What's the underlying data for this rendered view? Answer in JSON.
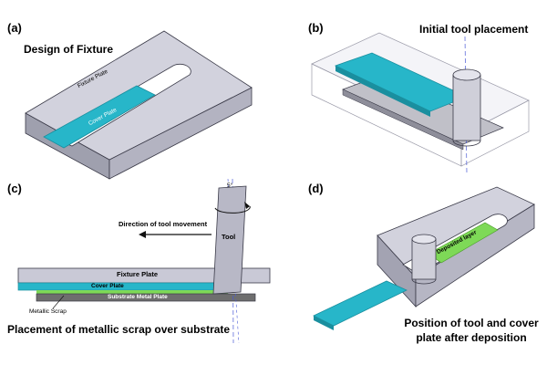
{
  "panels": {
    "a": {
      "tag": "(a)",
      "title": "Design of Fixture",
      "fixture_plate": "Fixture Plate",
      "cover_plate": "Cover Plate"
    },
    "b": {
      "tag": "(b)",
      "title": "Initial tool placement"
    },
    "c": {
      "tag": "(c)",
      "angle": "5°",
      "direction": "Direction of tool movement",
      "tool": "Tool",
      "fixture_plate": "Fixture Plate",
      "cover_plate": "Cover Plate",
      "substrate": "Substrate Metal Plate",
      "scrap": "Metallic Scrap",
      "caption": "Placement of metallic scrap over substrate"
    },
    "d": {
      "tag": "(d)",
      "deposited": "Deposited layer",
      "caption_line1": "Position of tool and cover",
      "caption_line2": "plate after deposition"
    }
  },
  "colors": {
    "metal": "#c9c9d6",
    "metal_dark": "#a9a9b8",
    "cover": "#27b6c9",
    "cover_dark": "#1a8f9f",
    "deposit": "#7ed957",
    "substrate": "#6e6e6e",
    "outline": "#3a3a48"
  }
}
